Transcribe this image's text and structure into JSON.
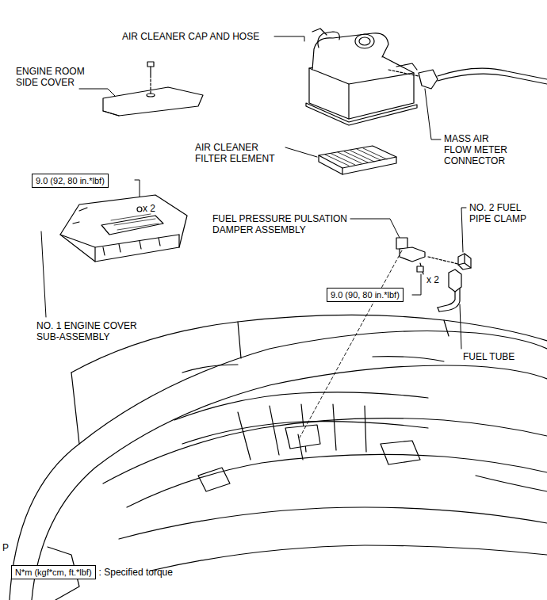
{
  "diagram": {
    "nodes": [
      {
        "text": [
          "9.0 (92, 80 in.*lbf)"
        ]
      },
      {
        "text": [
          "9.0 (90, 80 in.*lbf)"
        ]
      },
      {
        "text": [
          "N*m (kgf*cm, ft.*lbf)"
        ]
      }
    ],
    "labels": [
      "AIR CLEANER CAP AND HOSE",
      "ENGINE ROOM SIDE COVER",
      "MASS AIR FLOW METER CONNECTOR",
      "AIR CLEANER FILTER ELEMENT",
      "x 2",
      "NO. 2 FUEL PIPE CLAMP",
      "FUEL PRESSURE PULSATION DAMPER ASSEMBLY",
      "x 2",
      "NO. 1 ENGINE COVER SUB-ASSEMBLY",
      "FUEL TUBE",
      ": Specified torque",
      "P"
    ]
  }
}
